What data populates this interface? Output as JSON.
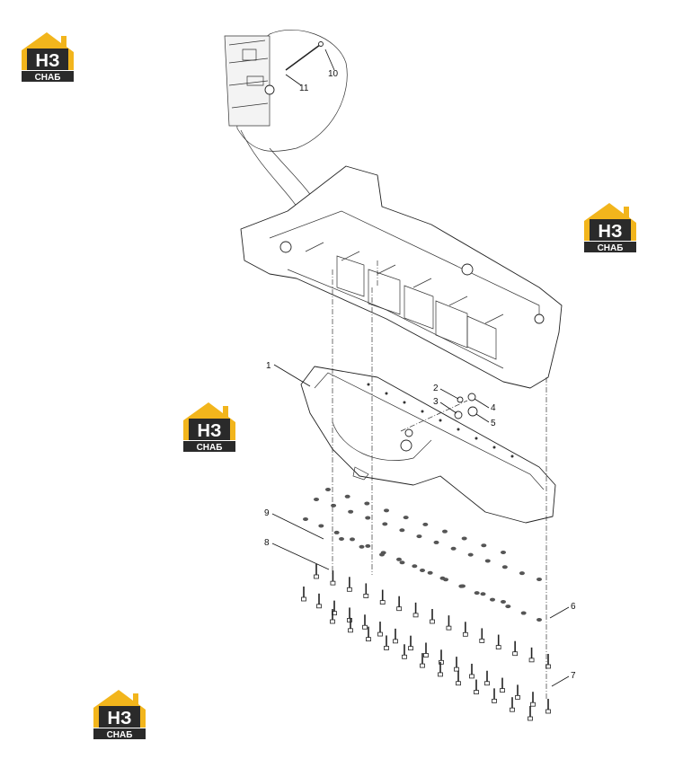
{
  "watermark": {
    "top_text": "НЗ",
    "bottom_text": "СНАБ",
    "colors": {
      "roof": "#f2b51c",
      "body": "#2a2a2a",
      "letters": "#ffffff"
    }
  },
  "callouts": [
    "1",
    "2",
    "3",
    "4",
    "5",
    "6",
    "7",
    "8",
    "9",
    "10",
    "11"
  ]
}
